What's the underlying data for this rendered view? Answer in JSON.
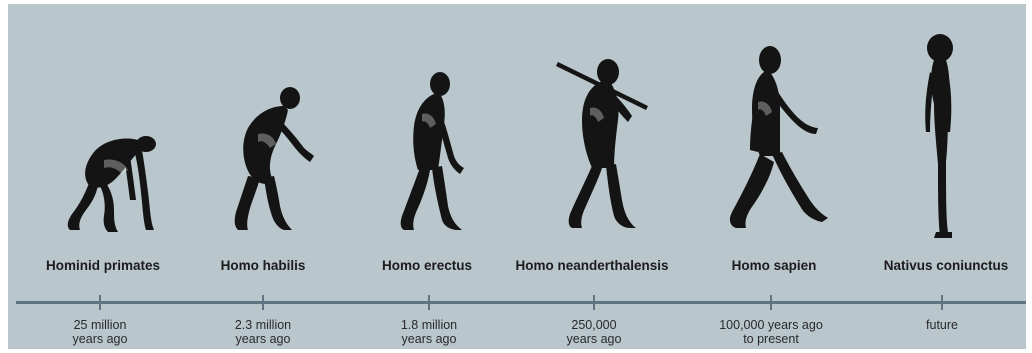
{
  "stages": [
    {
      "name": "Hominid primates",
      "time": [
        "25 million",
        "years ago"
      ]
    },
    {
      "name": "Homo habilis",
      "time": [
        "2.3 million",
        "years ago"
      ]
    },
    {
      "name": "Homo erectus",
      "time": [
        "1.8 million",
        "years ago"
      ]
    },
    {
      "name": "Homo neanderthalensis",
      "time": [
        "250,000",
        "years ago"
      ]
    },
    {
      "name": "Homo sapien",
      "time": [
        "100,000 years ago",
        "to present"
      ]
    },
    {
      "name": "Nativus coniunctus",
      "time": [
        "future"
      ]
    }
  ],
  "colors": {
    "background": "#b9c6cc",
    "timeline": "#5f7383",
    "figure": "#141414"
  }
}
